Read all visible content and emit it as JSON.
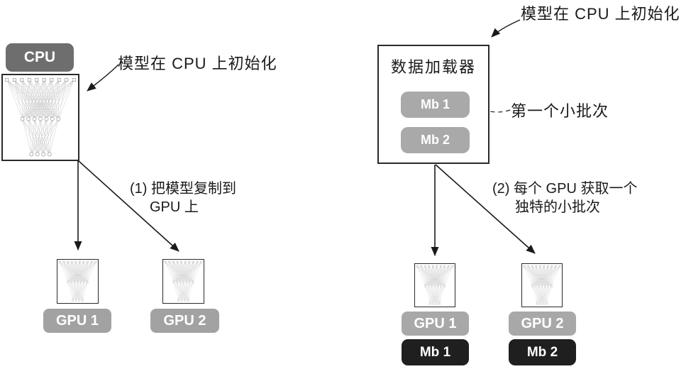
{
  "colors": {
    "cpu_badge": "#6e6e6e",
    "gpu_badge": "#a2a2a2",
    "loader_mb_badge": "#a9a9a9",
    "dark_mb_badge": "#1f1f1f",
    "text": "#1a1a1a"
  },
  "left": {
    "cpu_label": "CPU",
    "init_annotation": "模型在 CPU 上初始化",
    "step_line1": "(1) 把模型复制到",
    "step_line2": "GPU 上",
    "gpu1_label": "GPU 1",
    "gpu2_label": "GPU 2"
  },
  "right": {
    "init_annotation": "模型在 CPU 上初始化",
    "loader_title": "数据加载器",
    "mb1_label": "Mb 1",
    "mb2_label": "Mb 2",
    "minibatch_annotation": "第一个小批次",
    "step_line1": "(2) 每个 GPU 获取一个",
    "step_line2": "独特的小批次",
    "gpu1_label": "GPU 1",
    "gpu2_label": "GPU 2",
    "gpu1_mb_label": "Mb 1",
    "gpu2_mb_label": "Mb 2"
  }
}
